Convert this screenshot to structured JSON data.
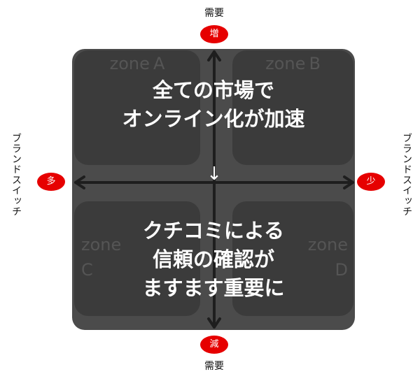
{
  "axis": {
    "top_label": "需要",
    "top_badge": "増",
    "bottom_label": "需要",
    "bottom_badge": "減",
    "left_label": "ブランドスイッチ",
    "left_badge": "多",
    "right_label": "ブランドスイッチ",
    "right_badge": "少"
  },
  "zones": [
    {
      "word": "zone",
      "letter": "A"
    },
    {
      "word": "zone",
      "letter": "B"
    },
    {
      "word": "zone",
      "letter": "C"
    },
    {
      "word": "zone",
      "letter": "D"
    }
  ],
  "top_message": {
    "line1": "全ての市場で",
    "line2": "オンライン化が加速"
  },
  "transition_arrow": "↓",
  "bottom_message": {
    "line1": "クチコミによる",
    "line2": "信頼の確認が",
    "line3": "ますます重要に"
  },
  "colors": {
    "badge": "#e60000",
    "board": "#4b4b4b",
    "tile": "#3b3b3b"
  }
}
